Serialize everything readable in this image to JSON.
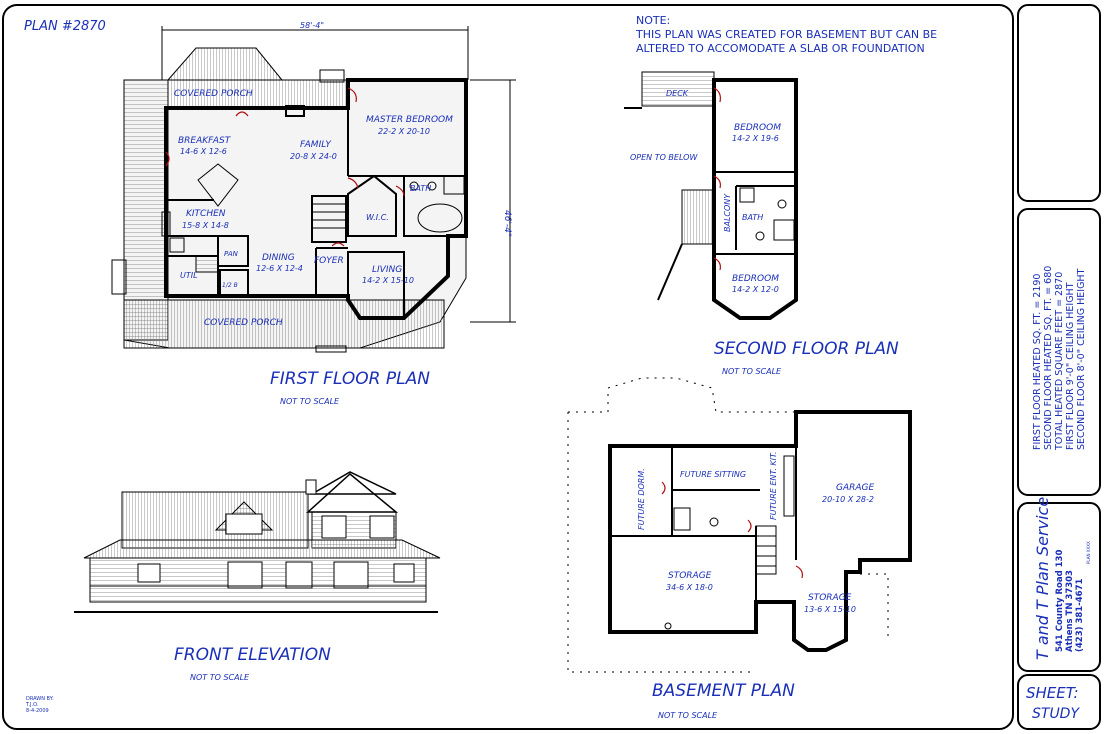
{
  "plan_number": "PLAN #2870",
  "note": {
    "line1": "NOTE:",
    "line2": "THIS PLAN WAS CREATED FOR BASEMENT BUT CAN BE",
    "line3": "ALTERED TO ACCOMODATE  A SLAB OR FOUNDATION"
  },
  "first_floor": {
    "title": "FIRST FLOOR PLAN",
    "scale": "NOT TO SCALE",
    "width_dim": "58'-4\"",
    "depth_dim": "46'-4\"",
    "rooms": {
      "covered_porch_top": "COVERED PORCH",
      "breakfast": "BREAKFAST",
      "breakfast_size": "14-6 X 12-6",
      "family": "FAMILY",
      "family_size": "20-8 X 24-0",
      "master": "MASTER BEDROOM",
      "master_size": "22-2 X 20-10",
      "bath": "BATH",
      "wic": "W.I.C.",
      "kitchen": "KITCHEN",
      "kitchen_size": "15-8 X 14-8",
      "pan": "PAN",
      "util": "UTIL",
      "half_bath": "1/2 B",
      "dining": "DINING",
      "dining_size": "12-6 X 12-4",
      "foyer": "FOYER",
      "living": "LIVING",
      "living_size": "14-2 X 15-10",
      "covered_porch_bottom": "COVERED PORCH"
    }
  },
  "second_floor": {
    "title": "SECOND FLOOR PLAN",
    "scale": "NOT TO SCALE",
    "rooms": {
      "deck": "DECK",
      "open_to_below": "OPEN TO BELOW",
      "bedroom1": "BEDROOM",
      "bedroom1_size": "14-2 X 19-6",
      "balcony": "BALCONY",
      "bath": "BATH",
      "bedroom2": "BEDROOM",
      "bedroom2_size": "14-2 X 12-0"
    }
  },
  "front_elevation": {
    "title": "FRONT ELEVATION",
    "scale": "NOT TO SCALE"
  },
  "basement": {
    "title": "BASEMENT PLAN",
    "scale": "NOT TO SCALE",
    "rooms": {
      "future_dorm": "FUTURE DORM.",
      "future_sitting": "FUTURE SITTING",
      "future_ent": "FUTURE ENT. KIT.",
      "garage": "GARAGE",
      "garage_size": "20-10 X 28-2",
      "storage1": "STORAGE",
      "storage1_size": "34-6 X 18-0",
      "storage2": "STORAGE",
      "storage2_size": "13-6 X 15-10"
    }
  },
  "specs": {
    "line1": "FIRST FLOOR HEATED SQ. FT. = 2190",
    "line2": "SECOND FLOOR HEATED SQ. FT. = 680",
    "line3": "TOTAL HEATED SQUARE FEET = 2870",
    "line4": "FIRST FLOOR 9'-0\" CEILING HEIGHT",
    "line5": "SECOND FLOOR 8'-0\" CEILING HEIGHT"
  },
  "company": {
    "name": "T and T Plan Service",
    "address": "541 County Road 130",
    "city": "Athens TN 37303",
    "phone": "(423) 381-4671",
    "small": "PLAN XXXX"
  },
  "sheet": {
    "label": "SHEET:",
    "value": "STUDY"
  },
  "drawn_by": {
    "line1": "DRAWN BY:",
    "line2": "T.J.O.",
    "line3": "8-4-2009"
  }
}
